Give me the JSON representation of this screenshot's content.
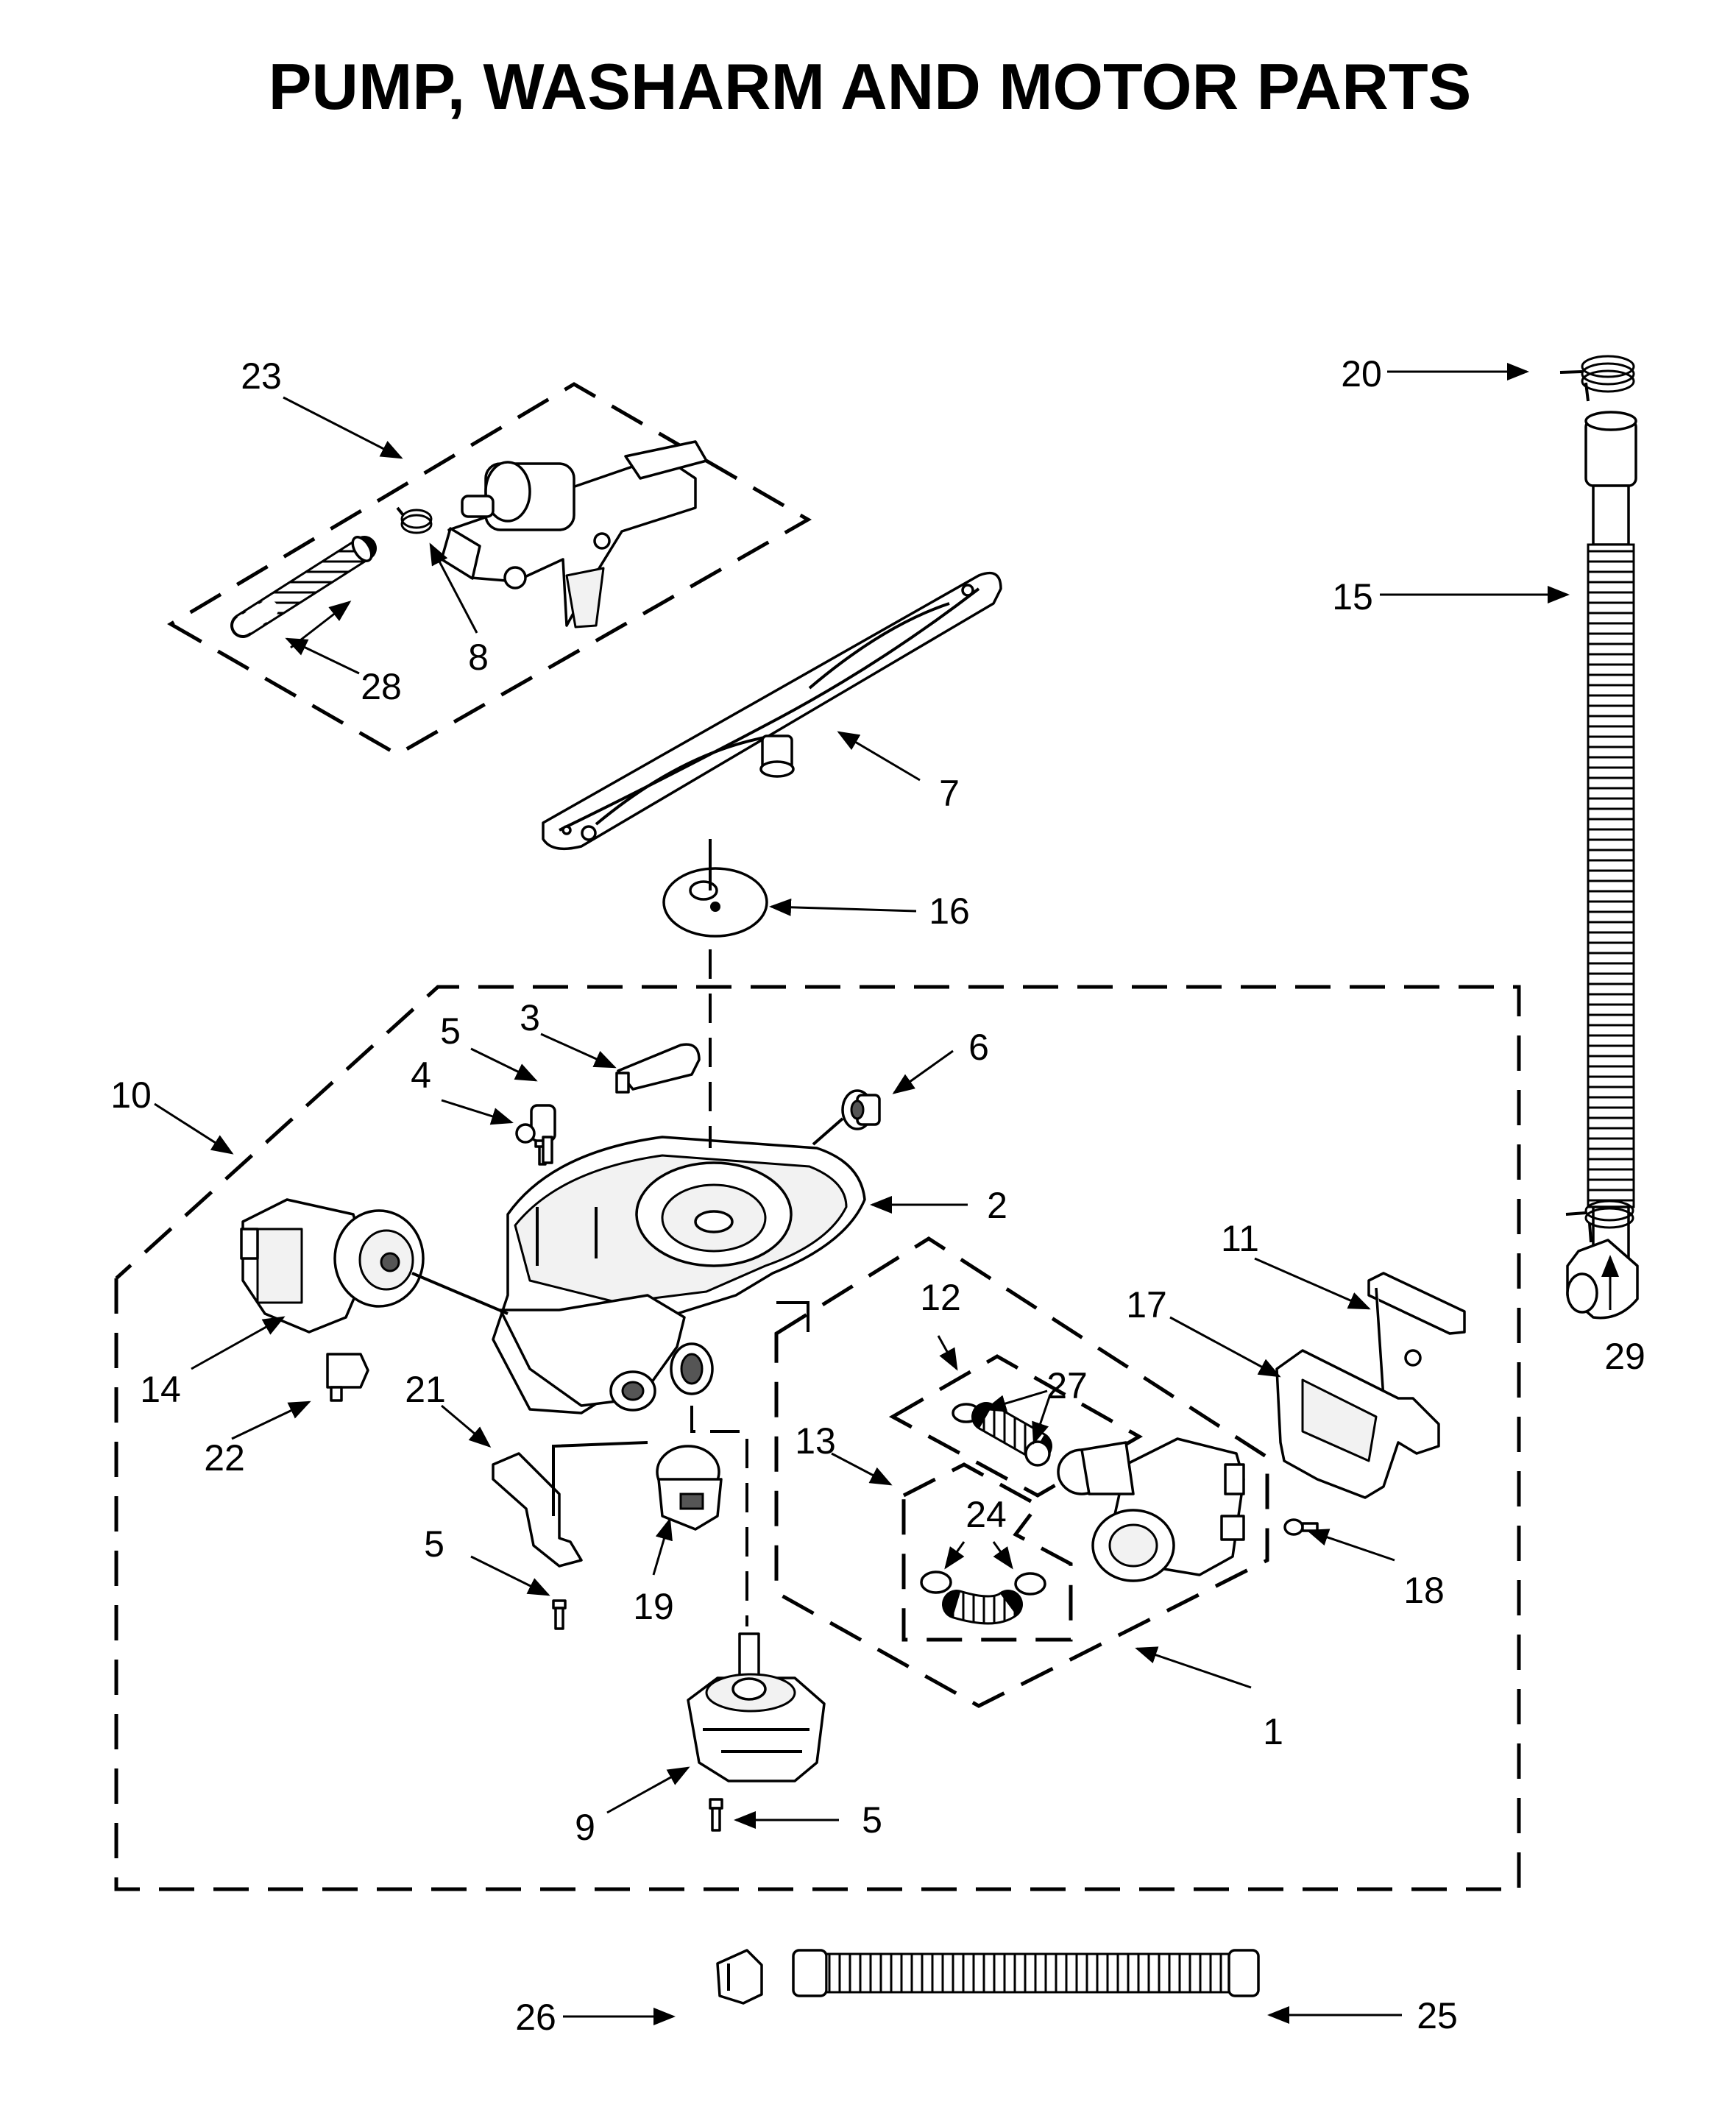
{
  "title": "PUMP, WASHARM AND MOTOR PARTS",
  "callouts": {
    "c1": "1",
    "c2": "2",
    "c3": "3",
    "c4": "4",
    "c5a": "5",
    "c5b": "5",
    "c5c": "5",
    "c6": "6",
    "c7": "7",
    "c8": "8",
    "c9": "9",
    "c10": "10",
    "c11": "11",
    "c12": "12",
    "c13": "13",
    "c14": "14",
    "c15": "15",
    "c16": "16",
    "c17": "17",
    "c18": "18",
    "c19": "19",
    "c20": "20",
    "c21": "21",
    "c22": "22",
    "c23": "23",
    "c24": "24",
    "c25": "25",
    "c26": "26",
    "c27": "27",
    "c28": "28",
    "c29": "29"
  }
}
